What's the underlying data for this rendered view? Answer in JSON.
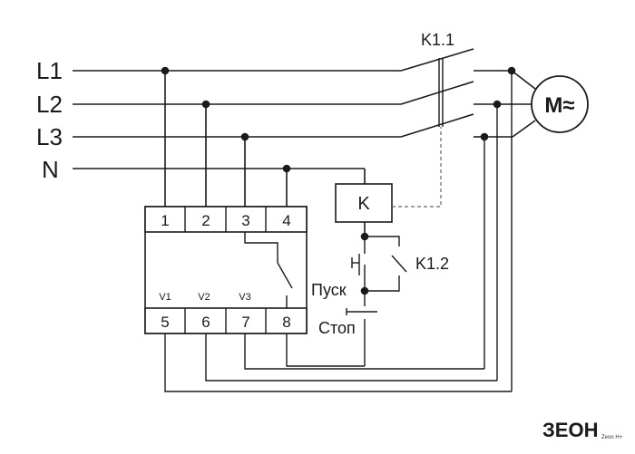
{
  "lines": {
    "l1": "L1",
    "l2": "L2",
    "l3": "L3",
    "n": "N"
  },
  "contactor": {
    "main_contact_label": "K1.1",
    "aux_contact_label": "K1.2",
    "coil_label": "K"
  },
  "motor": {
    "label": "M≈"
  },
  "buttons": {
    "start_label": "Пуск",
    "stop_label": "Стоп"
  },
  "relay": {
    "top_terminals": [
      "1",
      "2",
      "3",
      "4"
    ],
    "bottom_terminals": [
      "5",
      "6",
      "7",
      "8"
    ],
    "voltage_labels": [
      "V1",
      "V2",
      "V3"
    ]
  },
  "logo": {
    "brand": "ЗЕОН",
    "tagline": "Zeon H+"
  }
}
